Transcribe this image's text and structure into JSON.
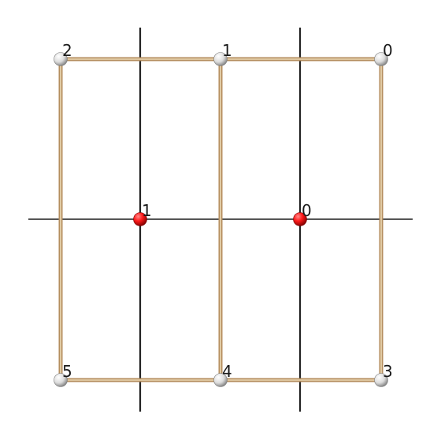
{
  "colors": {
    "background": "#ffffff",
    "axis_line": "#222222",
    "bond_outer": "#b48d5e",
    "bond_inner": "#ecd9b5",
    "white_atom": "#ffffff",
    "white_atom_shade": "#7d7d7d",
    "red_atom": "#ff1a1a",
    "red_atom_shade": "#7a0000",
    "label": "#1a1a1a"
  },
  "white_nodes": [
    {
      "label": "0"
    },
    {
      "label": "1"
    },
    {
      "label": "2"
    },
    {
      "label": "3"
    },
    {
      "label": "4"
    },
    {
      "label": "5"
    }
  ],
  "red_nodes": [
    {
      "label": "0"
    },
    {
      "label": "1"
    }
  ],
  "bonds": [
    {
      "from": "0",
      "to": "1"
    },
    {
      "from": "1",
      "to": "2"
    },
    {
      "from": "3",
      "to": "4"
    },
    {
      "from": "4",
      "to": "5"
    },
    {
      "from": "0",
      "to": "3"
    },
    {
      "from": "1",
      "to": "4"
    },
    {
      "from": "2",
      "to": "5"
    }
  ]
}
